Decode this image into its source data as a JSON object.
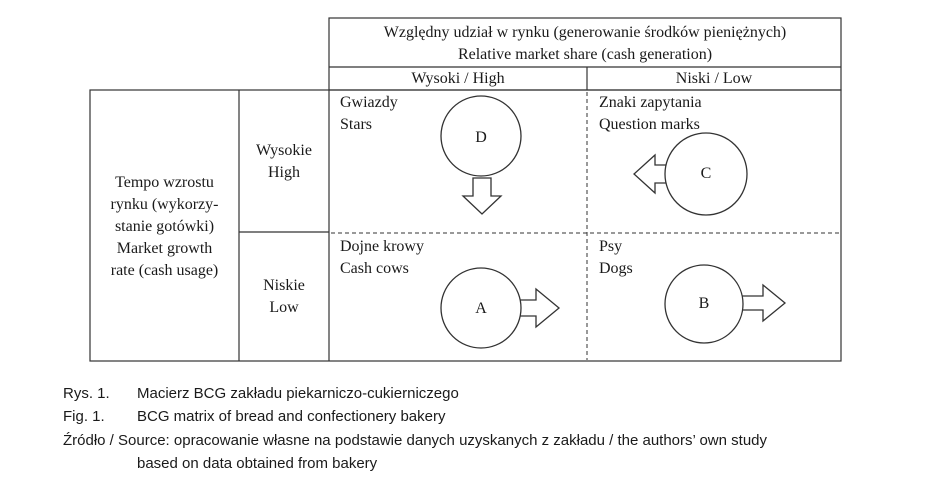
{
  "header": {
    "line1": "Względny udział w rynku (generowanie środków pieniężnych)",
    "line2": "Relative market share (cash generation)",
    "col_high": "Wysoki / High",
    "col_low": "Niski / Low"
  },
  "row_axis": {
    "line1": "Tempo wzrostu",
    "line2": "rynku (wykorzy-",
    "line3": "stanie gotówki)",
    "line4": "Market growth",
    "line5": "rate (cash usage)"
  },
  "rows": {
    "high_pl": "Wysokie",
    "high_en": "High",
    "low_pl": "Niskie",
    "low_en": "Low"
  },
  "quadrants": {
    "stars": {
      "pl": "Gwiazdy",
      "en": "Stars",
      "letter": "D"
    },
    "question_marks": {
      "pl": "Znaki zapytania",
      "en": "Question marks",
      "letter": "C"
    },
    "cash_cows": {
      "pl": "Dojne krowy",
      "en": "Cash cows",
      "letter": "A"
    },
    "dogs": {
      "pl": "Psy",
      "en": "Dogs",
      "letter": "B"
    }
  },
  "caption": {
    "rys_label": "Rys. 1.",
    "rys_text": "Macierz BCG zakładu piekarniczo-cukierniczego",
    "fig_label": "Fig. 1.",
    "fig_text": "BCG matrix of bread and confectionery bakery",
    "source_line1": "Źródło / Source: opracowanie własne na podstawie danych uzyskanych z zakładu / the authors’ own study",
    "source_line2": "based on data obtained from bakery"
  }
}
